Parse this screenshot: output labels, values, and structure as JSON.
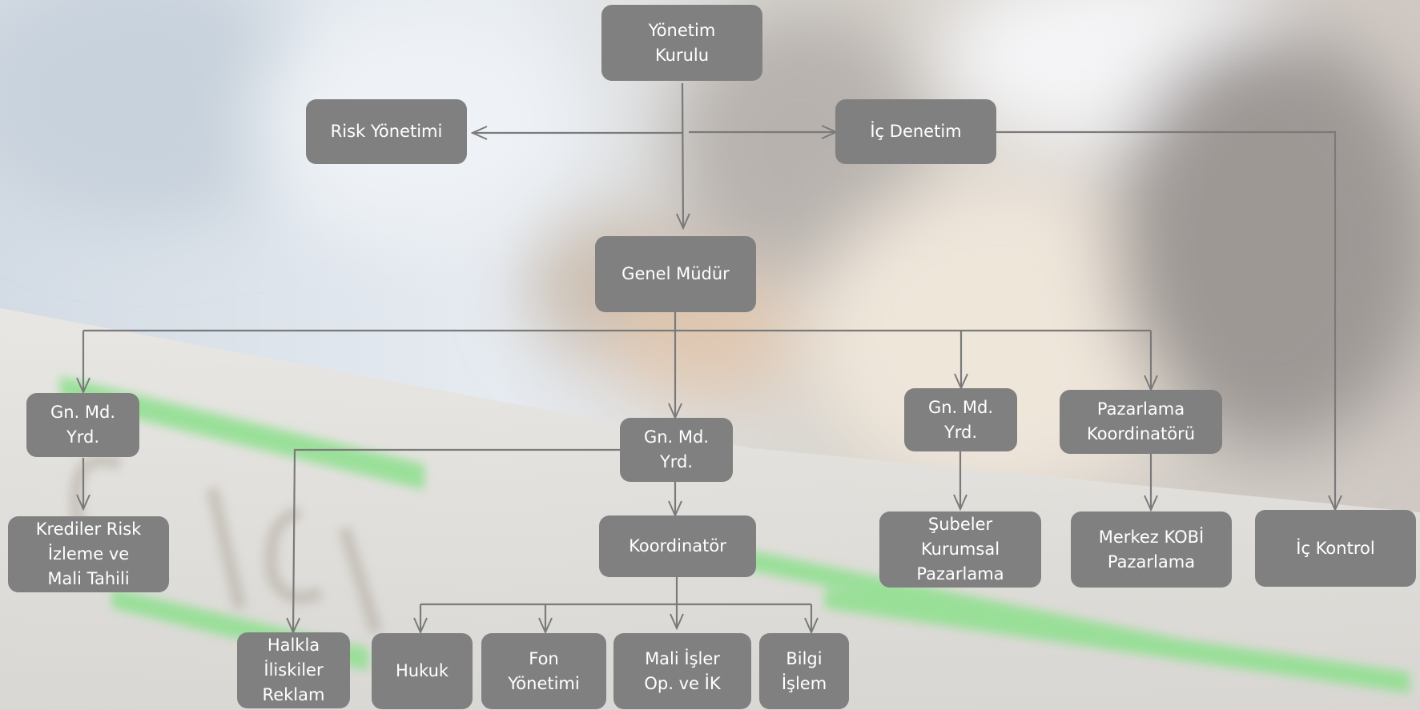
{
  "diagram": {
    "nodes": {
      "yonetim_kurulu": "Yönetim\nKurulu",
      "risk_yonetimi": "Risk Yönetimi",
      "ic_denetim": "İç Denetim",
      "genel_mudur": "Genel Müdür",
      "gmy_left": "Gn. Md.\nYrd.",
      "gmy_center": "Gn. Md.\nYrd.",
      "gmy_right": "Gn. Md.\nYrd.",
      "pazarlama_koordinatoru": "Pazarlama\nKoordinatörü",
      "krediler_risk": "Krediler Risk\nİzleme ve\nMali Tahili",
      "koordinator": "Koordinatör",
      "subeler": "Şubeler\nKurumsal\nPazarlama",
      "merkez_kobi": "Merkez KOBİ\nPazarlama",
      "ic_kontrol": "İç Kontrol",
      "halkla_iliskiler": "Halkla\nİliskiler\nReklam",
      "hukuk": "Hukuk",
      "fon_yonetimi": "Fon\nYönetimi",
      "mali_isler": "Mali İşler\nOp. ve İK",
      "bilgi_islem": "Bilgi\nİşlem"
    },
    "box_color": "#808080",
    "line_color": "#7a7a7a",
    "text_color": "#ffffff",
    "background_logo_color": "#8ee08e"
  }
}
